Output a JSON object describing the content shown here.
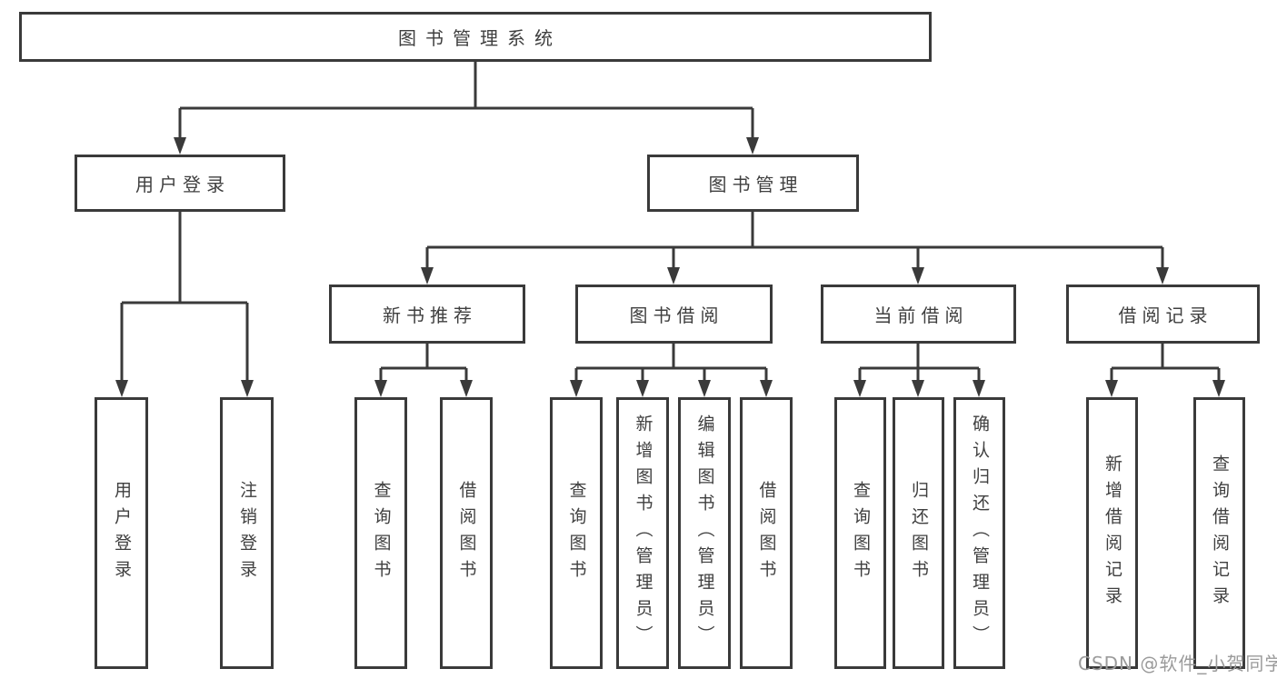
{
  "diagram_title": "图书管理系统",
  "colors": {
    "line": "#3a3a3a",
    "box_border": "#3a3a3a",
    "text": "#3f3f3f",
    "watermark": "#9b9b9b",
    "background": "#ffffff"
  },
  "tree": {
    "label": "图书管理系统",
    "children": [
      {
        "label": "用户登录",
        "children": [
          {
            "label": "用户登录"
          },
          {
            "label": "注销登录"
          }
        ]
      },
      {
        "label": "图书管理",
        "children": [
          {
            "label": "新书推荐",
            "children": [
              {
                "label": "查询图书"
              },
              {
                "label": "借阅图书"
              }
            ]
          },
          {
            "label": "图书借阅",
            "children": [
              {
                "label": "查询图书"
              },
              {
                "label": "新增图书（管理员）"
              },
              {
                "label": "编辑图书（管理员）"
              },
              {
                "label": "借阅图书"
              }
            ]
          },
          {
            "label": "当前借阅",
            "children": [
              {
                "label": "查询图书"
              },
              {
                "label": "归还图书"
              },
              {
                "label": "确认归还（管理员）"
              }
            ]
          },
          {
            "label": "借阅记录",
            "children": [
              {
                "label": "新增借阅记录"
              },
              {
                "label": "查询借阅记录"
              }
            ]
          }
        ]
      }
    ]
  },
  "watermark": {
    "text": "CSDN @软件_小贺同学"
  }
}
